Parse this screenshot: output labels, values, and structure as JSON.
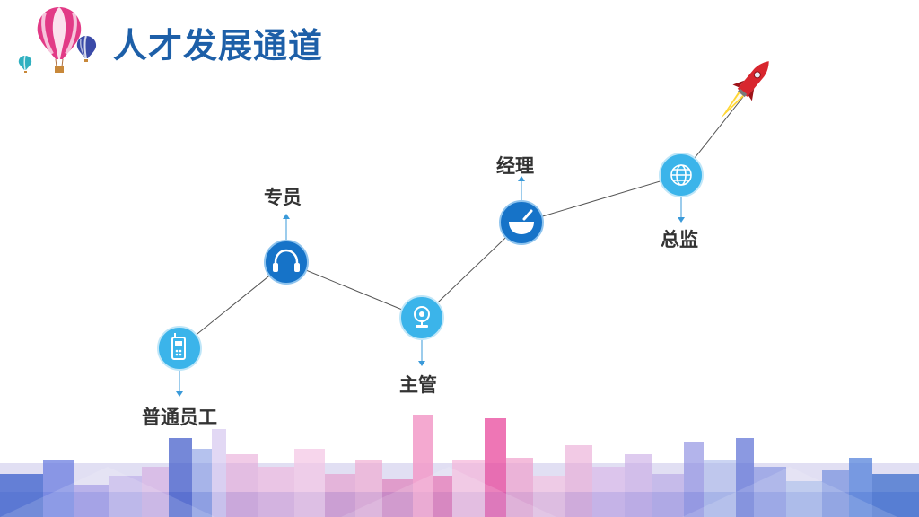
{
  "title": "人才发展通道",
  "colors": {
    "title": "#1d5fa8",
    "node_light": "#3bb4ea",
    "node_dark": "#1673c8",
    "path_line": "#555555",
    "connector": "#3a9ad9"
  },
  "stages": [
    {
      "label": "普通员工",
      "icon": "mobile-phone-icon",
      "style": "light"
    },
    {
      "label": "专员",
      "icon": "headphones-icon",
      "style": "dark"
    },
    {
      "label": "主管",
      "icon": "webcam-icon",
      "style": "light"
    },
    {
      "label": "经理",
      "icon": "mortar-bowl-icon",
      "style": "dark"
    },
    {
      "label": "总监",
      "icon": "globe-icon",
      "style": "light"
    }
  ],
  "decorations": [
    "hot-air-balloon-icon",
    "rocket-icon",
    "city-skyline"
  ]
}
